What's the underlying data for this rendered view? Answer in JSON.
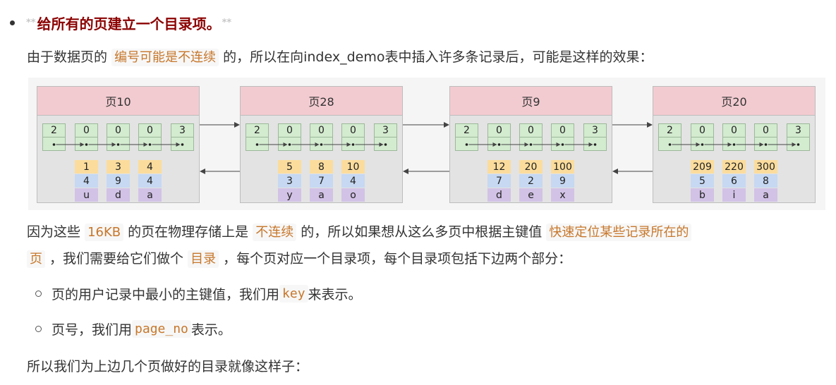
{
  "section": {
    "stars_left": "**",
    "heading": "给所有的页建立一个目录项。",
    "stars_right": "**"
  },
  "para1": {
    "pre": "由于数据页的",
    "code": "编号可能是不连续",
    "post": "的，所以在向index_demo表中插入许多条记录后，可能是这样的效果："
  },
  "pages": [
    {
      "title": "页10",
      "headers": [
        "2",
        "0",
        "0",
        "0",
        "3"
      ],
      "rows": [
        [
          "1",
          "3",
          "4"
        ],
        [
          "4",
          "9",
          "4"
        ],
        [
          "u",
          "d",
          "a"
        ]
      ]
    },
    {
      "title": "页28",
      "headers": [
        "2",
        "0",
        "0",
        "0",
        "3"
      ],
      "rows": [
        [
          "5",
          "8",
          "10"
        ],
        [
          "3",
          "7",
          "4"
        ],
        [
          "y",
          "a",
          "o"
        ]
      ]
    },
    {
      "title": "页9",
      "headers": [
        "2",
        "0",
        "0",
        "0",
        "3"
      ],
      "rows": [
        [
          "12",
          "20",
          "100"
        ],
        [
          "7",
          "2",
          "9"
        ],
        [
          "d",
          "e",
          "x"
        ]
      ]
    },
    {
      "title": "页20",
      "headers": [
        "2",
        "0",
        "0",
        "0",
        "3"
      ],
      "rows": [
        [
          "209",
          "220",
          "300"
        ],
        [
          "5",
          "6",
          "8"
        ],
        [
          "b",
          "i",
          "a"
        ]
      ]
    }
  ],
  "para2": {
    "a": "因为这些",
    "b": "16KB",
    "c": "的页在物理存储上是",
    "d": "不连续",
    "e": "的，所以如果想从这么多页中根据主键值",
    "f": "快速定位某些记录所在的",
    "g": "页",
    "h": "，我们需要给它们做个",
    "i": "目录",
    "j": "，每个页对应一个目录项，每个目录项包括下边两个部分："
  },
  "items": [
    {
      "pre": "页的用户记录中最小的主键值，我们用",
      "code": "key",
      "post": "来表示。"
    },
    {
      "pre": "页号，我们用",
      "code": "page_no",
      "post": "表示。"
    }
  ],
  "para3": "所以我们为上边几个页做好的目录就像这样子：",
  "colors": {
    "heading": "#8b0000",
    "code_text": "#c7772b",
    "page_header": "#f2cbd0",
    "record_green": "#d3ebcf",
    "key_orange": "#fbdc9c",
    "col2_blue": "#c6d8f2",
    "col3_purple": "#d2c2e6"
  }
}
